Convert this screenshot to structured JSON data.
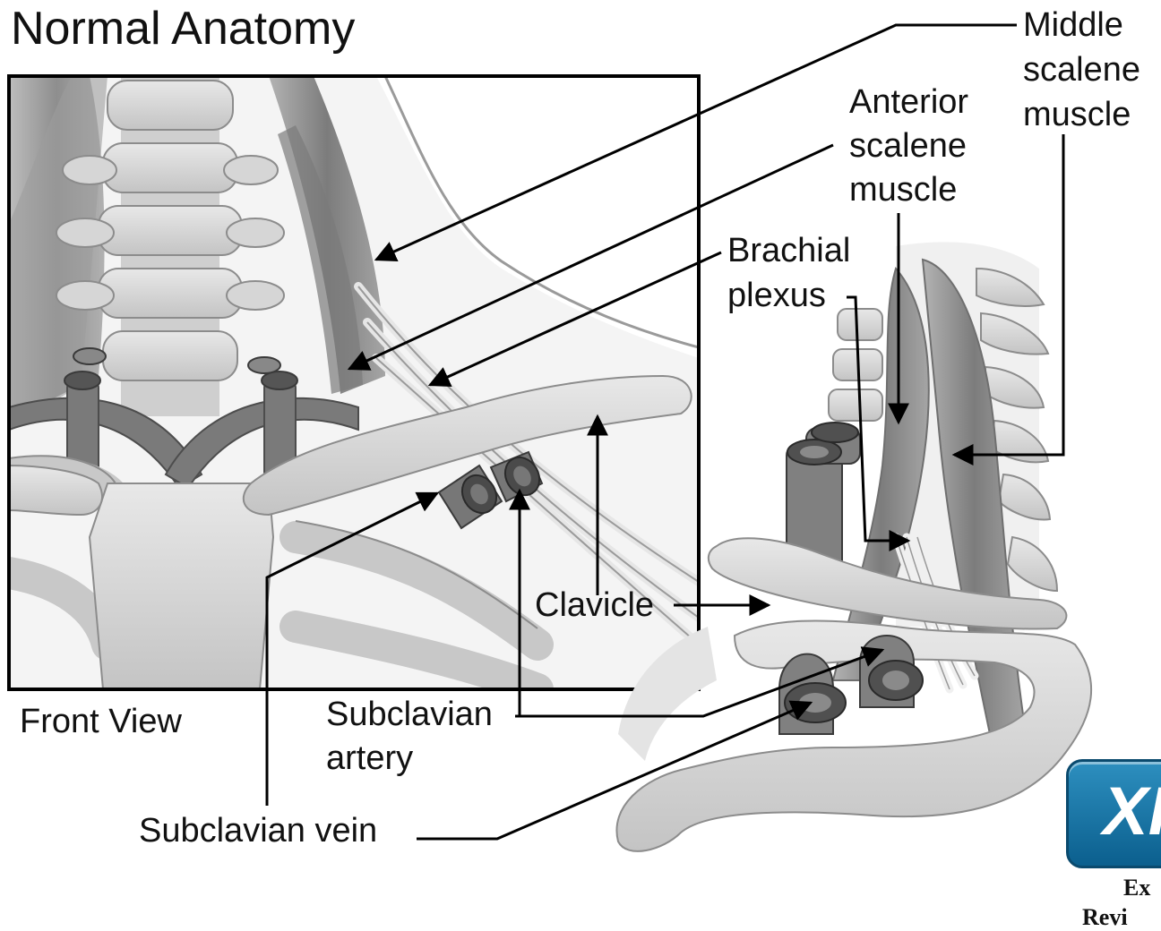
{
  "title": "Normal Anatomy",
  "view_label": "Front View",
  "labels": {
    "middle_scalene": [
      "Middle",
      "scalene",
      "muscle"
    ],
    "anterior_scalene": [
      "Anterior",
      "scalene",
      "muscle"
    ],
    "brachial_plexus": [
      "Brachial",
      "plexus"
    ],
    "clavicle": "Clavicle",
    "subclavian_artery": [
      "Subclavian",
      "artery"
    ],
    "subclavian_vein": "Subclavian vein"
  },
  "logo": {
    "badge_text": "XI",
    "caption_lines": [
      "Ex",
      "Revi"
    ]
  },
  "colors": {
    "bone": "#d9d9d9",
    "bone_outline": "#8c8c8c",
    "muscle": "#8a8a8a",
    "vessel": "#6e6e6e",
    "leader_line": "#000000",
    "badge": "#1a78a8"
  }
}
